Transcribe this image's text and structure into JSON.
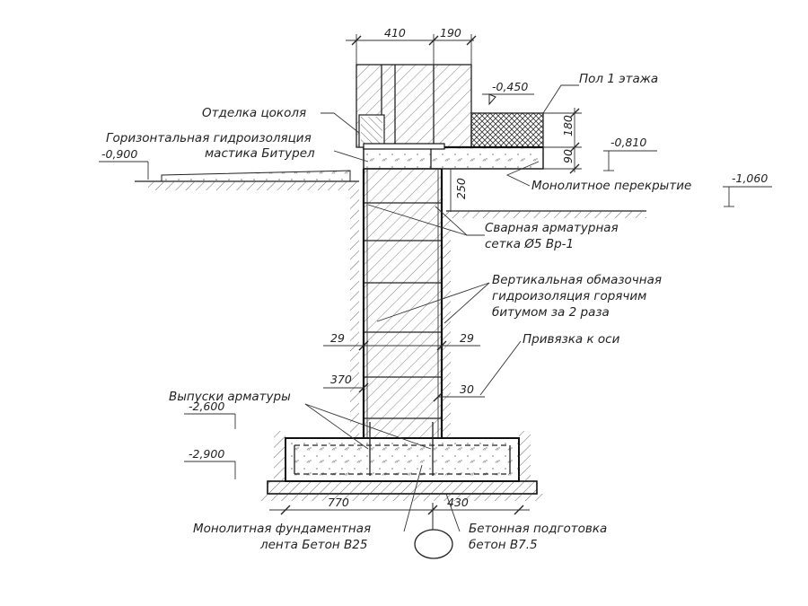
{
  "drawing": {
    "dims": {
      "d410": "410",
      "d190": "190",
      "d180": "180",
      "d90": "90",
      "d250": "250",
      "d29_left": "29",
      "d29_right": "29",
      "d370": "370",
      "d30": "30",
      "d770": "770",
      "d430": "430"
    },
    "levels": {
      "m0450": "-0,450",
      "m0810": "-0,810",
      "m0900": "-0,900",
      "m1060": "-1,060",
      "m2600": "-2,600",
      "m2900": "-2,900"
    },
    "labels": {
      "floor": "Пол 1 этажа",
      "plinth_finish": "Отделка цоколя",
      "hwp_line1": "Горизонтальная гидроизоляция",
      "hwp_line2": "мастика Битурел",
      "slab": "Монолитное перекрытие",
      "mesh_line1": "Сварная арматурная",
      "mesh_line2": "сетка Ø5 Вр-1",
      "vwp_line1": "Вертикальная обмазочная",
      "vwp_line2": "гидроизоляция горячим",
      "vwp_line3": "битумом за 2 раза",
      "axis_ref": "Привязка к оси",
      "rebar_out": "Выпуски арматуры",
      "strip_line1": "Монолитная фундаментная",
      "strip_line2": "лента Бетон В25",
      "prep_line1": "Бетонная подготовка",
      "prep_line2": "бетон В7.5"
    }
  }
}
